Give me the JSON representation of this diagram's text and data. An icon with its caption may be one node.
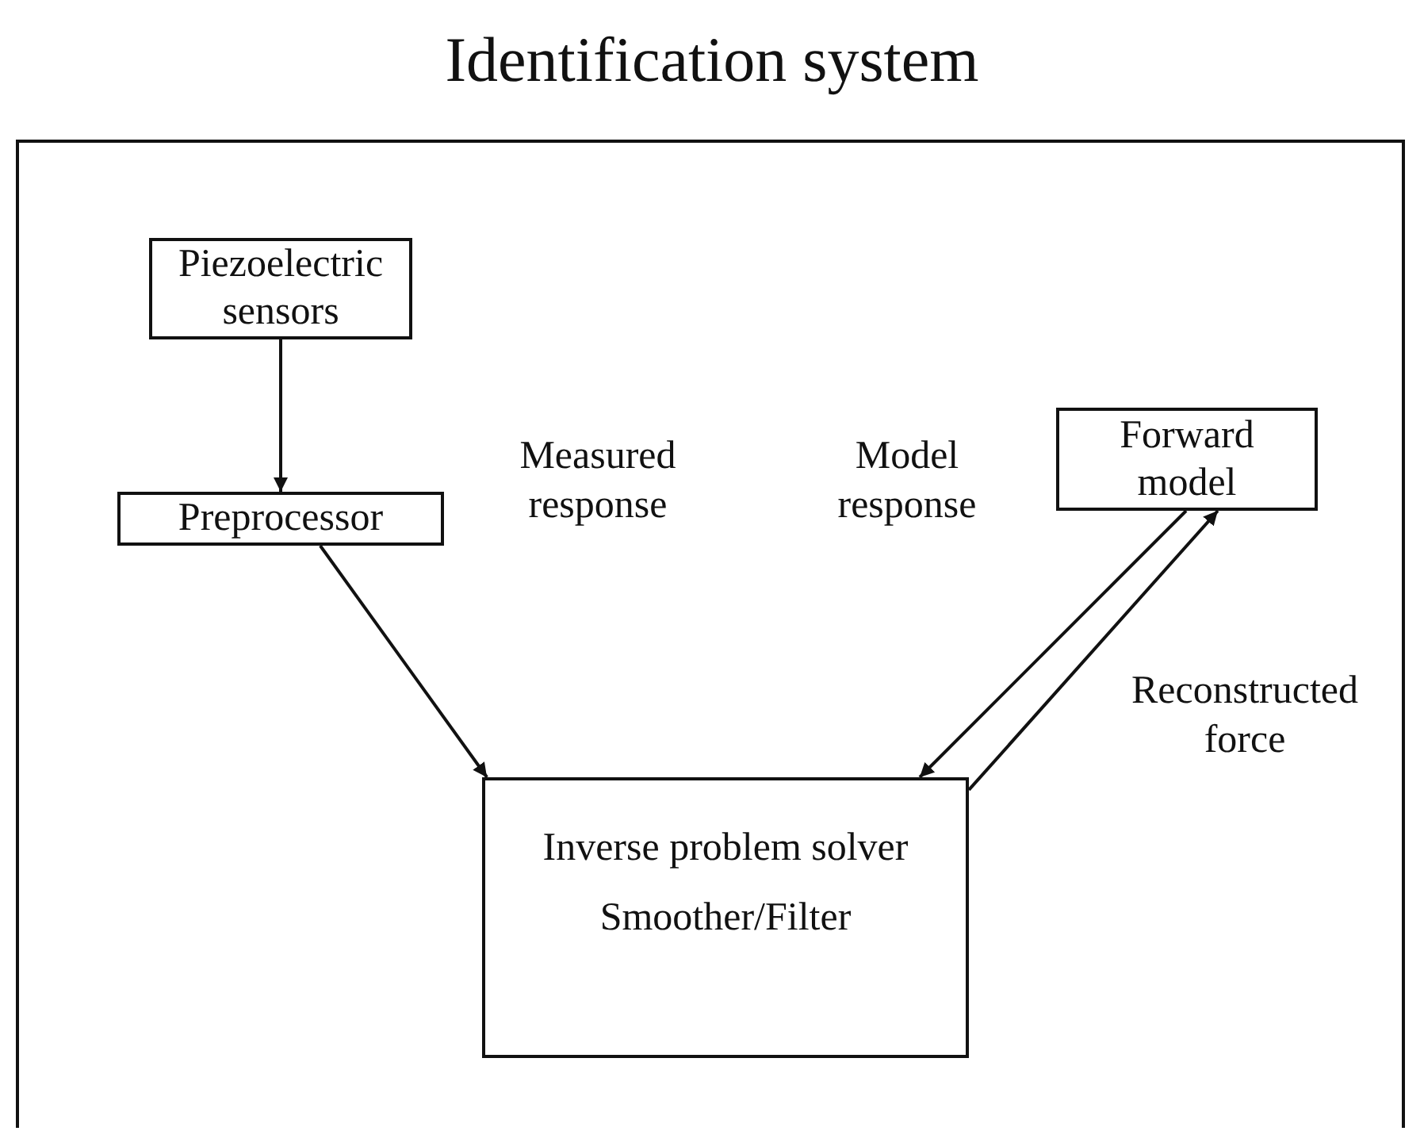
{
  "diagram": {
    "title": "Identification system",
    "nodes": [
      {
        "text": [],
        "shape": "box"
      },
      {
        "text": [
          "Piezoelectric sensors"
        ],
        "in": 0
      },
      {
        "text": [
          "Preprocessor"
        ],
        "in": 0
      },
      {
        "text": [
          "Inverse problem solver",
          "Smoother/Filter"
        ],
        "in": 0
      },
      {
        "text": [
          "Forward model"
        ],
        "in": 0
      }
    ],
    "edges": [
      {
        "from": 1,
        "to": 2,
        "arrow": "to"
      },
      {
        "from": 2,
        "to": 3,
        "arrow": "to",
        "label": "Measured response"
      },
      {
        "from": 4,
        "to": 3,
        "arrow": "to",
        "label": "Model response"
      },
      {
        "from": 3,
        "to": 4,
        "arrow": "to",
        "label": "Reconstructed force"
      }
    ]
  }
}
